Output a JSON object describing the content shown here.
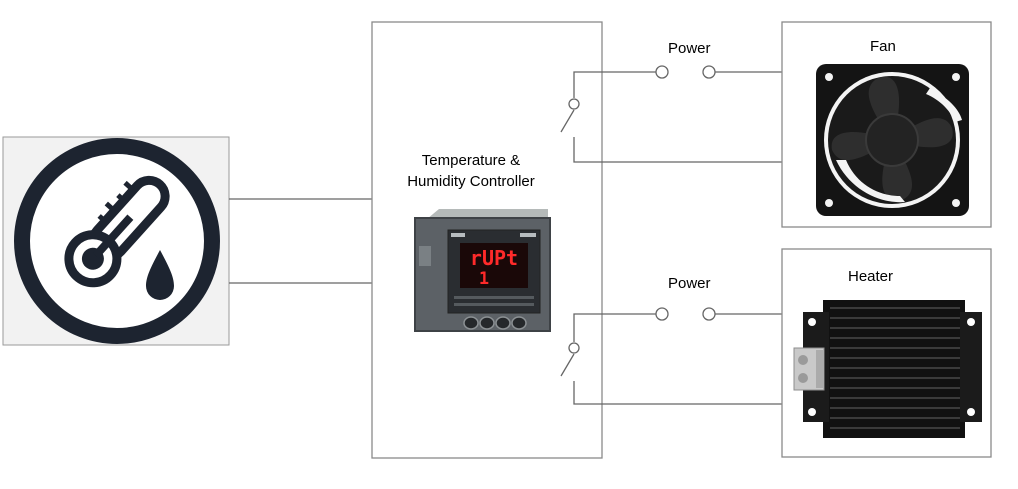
{
  "controller": {
    "title_line1": "Temperature &",
    "title_line2": "Humidity Controller",
    "display_line1": "rUPt",
    "display_line2": "1"
  },
  "fan_branch": {
    "power_label": "Power",
    "device_label": "Fan"
  },
  "heater_branch": {
    "power_label": "Power",
    "device_label": "Heater"
  },
  "icons": {
    "sensor": "thermometer-droplet-icon",
    "fan": "fan-icon",
    "heater": "heater-icon",
    "relay": "relay-switch-icon",
    "terminal": "power-terminal-icon"
  },
  "colors": {
    "line": "#666666",
    "box_border": "#8a8a8a",
    "sensor_bg": "#f2f2f2",
    "sensor_icon": "#1d2430",
    "device_body": "#5c6166",
    "led": "#ff2a2a"
  }
}
